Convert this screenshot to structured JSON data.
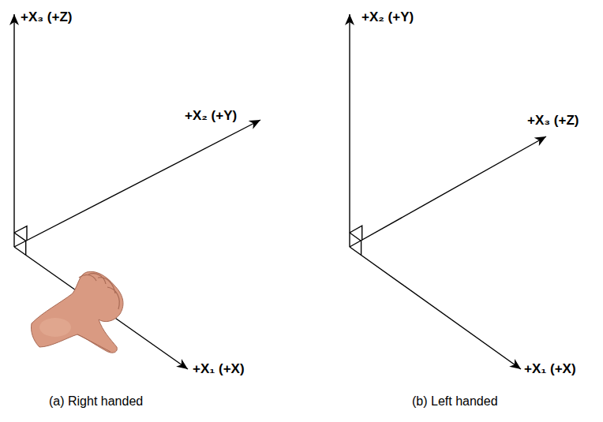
{
  "diagram": {
    "labels": [
      "+X₃ (+Z)",
      "+X₂ (+Y)",
      "+X₁ (+X)",
      "(a) Right handed",
      "+X₂ (+Y)",
      "+X₃ (+Z)",
      "+X₁ (+X)",
      "(b) Left handed"
    ]
  }
}
